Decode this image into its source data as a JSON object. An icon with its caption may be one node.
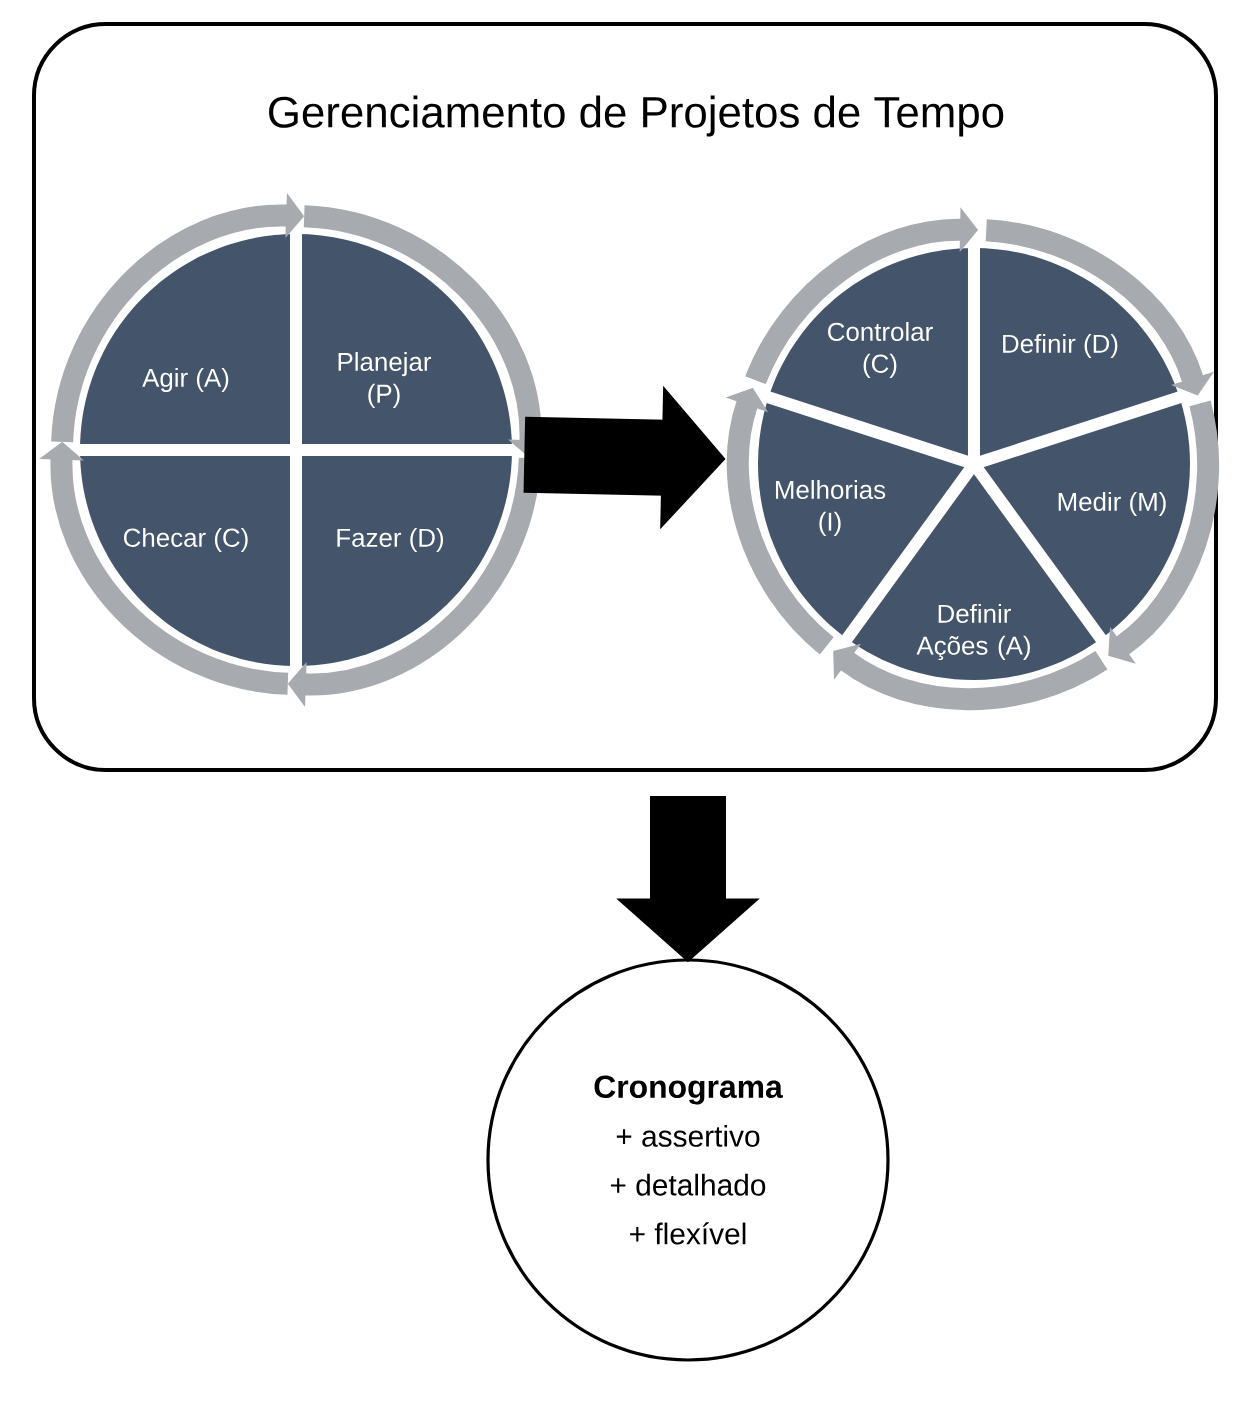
{
  "diagram": {
    "nodes": [
      {
        "text": [
          "Gerenciamento de Projetos de Tempo"
        ]
      },
      {
        "text": [],
        "shape": "circle",
        "in": 0
      },
      {
        "text": [
          "Agir (A)"
        ],
        "in": 1
      },
      {
        "text": [
          "Planejar (P)"
        ],
        "in": 1
      },
      {
        "text": [
          "Checar (C)"
        ],
        "in": 1
      },
      {
        "text": [
          "Fazer (D)"
        ],
        "in": 1
      },
      {
        "text": [],
        "shape": "circle",
        "in": 0
      },
      {
        "text": [
          "Controlar (C)"
        ],
        "in": 6
      },
      {
        "text": [
          "Definir (D)"
        ],
        "in": 6
      },
      {
        "text": [
          "Melhorias (I)"
        ],
        "in": 6
      },
      {
        "text": [
          "Medir (M)"
        ],
        "in": 6
      },
      {
        "text": [
          "Definir Ações (A)"
        ],
        "in": 6
      },
      {
        "text": [
          "Cronograma",
          "+ assertivo",
          "+ detalhado",
          "+ flexível"
        ]
      }
    ],
    "edges": [
      {
        "from": 1,
        "to": 6,
        "arrow": "to"
      },
      {
        "from": 0,
        "to": 12,
        "arrow": "to"
      }
    ]
  }
}
